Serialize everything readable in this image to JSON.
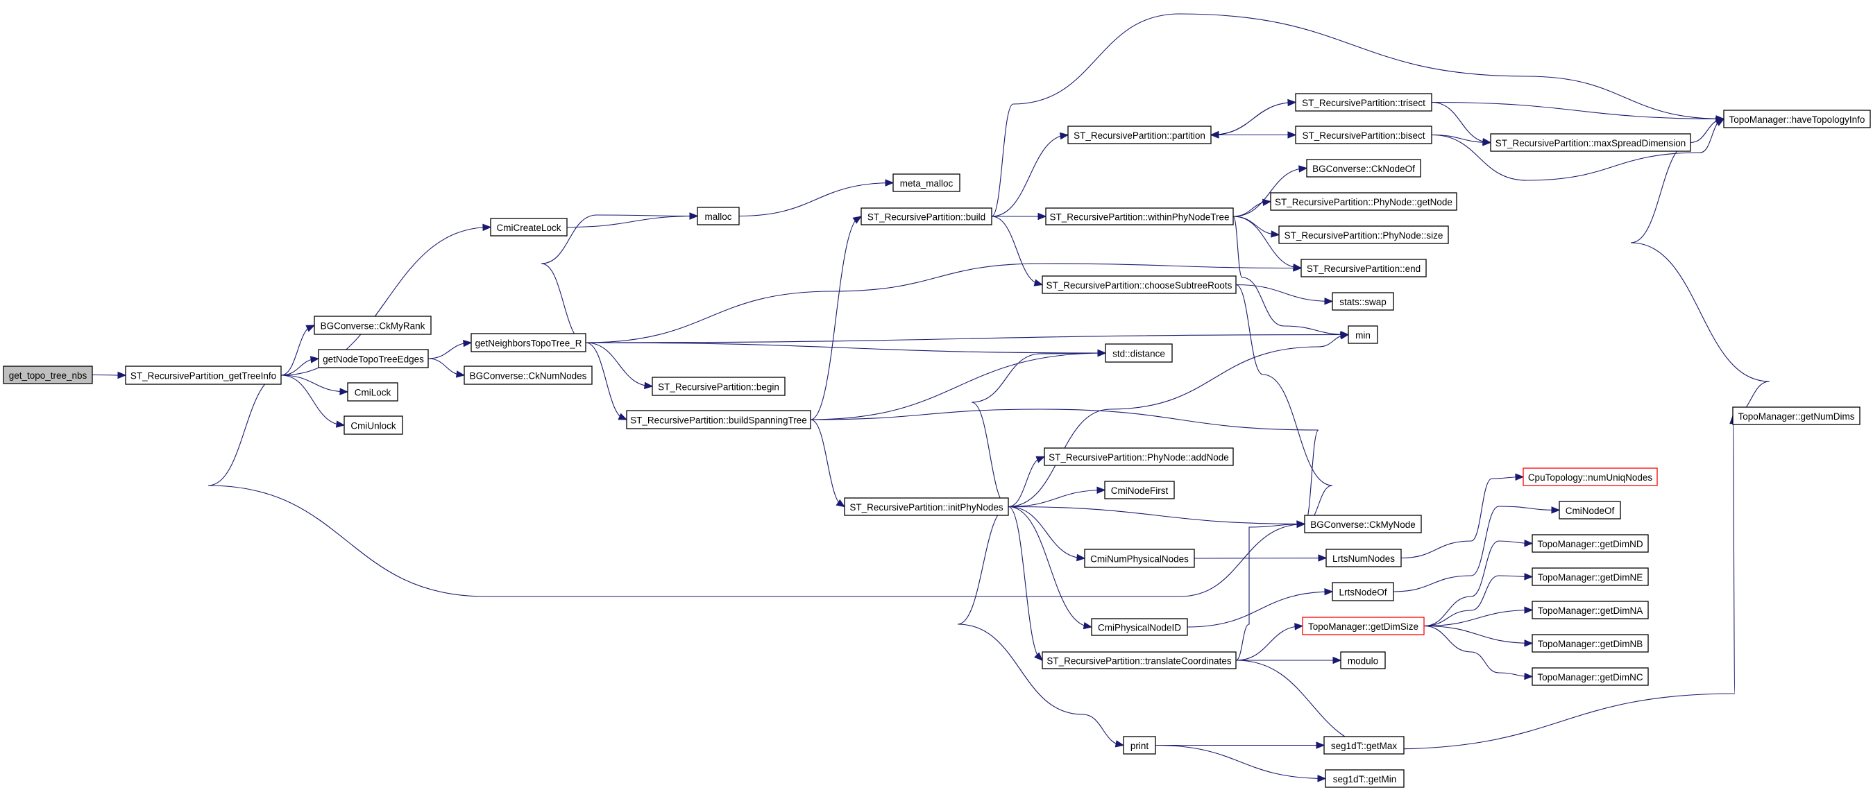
{
  "title": "Call graph for get_topo_tree_nbs",
  "colors": {
    "edge": "#191970",
    "root_fill": "#bfbfbf",
    "highlight_border": "#ff0000"
  },
  "nodes": [
    {
      "id": "n0",
      "label": "get_topo_tree_nbs",
      "root": true
    },
    {
      "id": "n1",
      "label": "ST_RecursivePartition_getTreeInfo"
    },
    {
      "id": "n2",
      "label": "CmiCreateLock"
    },
    {
      "id": "n3",
      "label": "BGConverse::CkMyRank"
    },
    {
      "id": "n4",
      "label": "getNodeTopoTreeEdges"
    },
    {
      "id": "n5",
      "label": "CmiLock"
    },
    {
      "id": "n6",
      "label": "CmiUnlock"
    },
    {
      "id": "n7",
      "label": "getNeighborsTopoTree_R"
    },
    {
      "id": "n8",
      "label": "BGConverse::CkNumNodes"
    },
    {
      "id": "n9",
      "label": "malloc"
    },
    {
      "id": "n10",
      "label": "meta_malloc"
    },
    {
      "id": "n11",
      "label": "ST_RecursivePartition::begin"
    },
    {
      "id": "n12",
      "label": "ST_RecursivePartition::buildSpanningTree"
    },
    {
      "id": "n13",
      "label": "ST_RecursivePartition::build"
    },
    {
      "id": "n14",
      "label": "ST_RecursivePartition::partition"
    },
    {
      "id": "n15",
      "label": "ST_RecursivePartition::trisect"
    },
    {
      "id": "n16",
      "label": "ST_RecursivePartition::bisect"
    },
    {
      "id": "n17",
      "label": "ST_RecursivePartition::maxSpreadDimension"
    },
    {
      "id": "n18",
      "label": "TopoManager::haveTopologyInfo"
    },
    {
      "id": "n19",
      "label": "ST_RecursivePartition::withinPhyNodeTree"
    },
    {
      "id": "n20",
      "label": "BGConverse::CkNodeOf"
    },
    {
      "id": "n21",
      "label": "ST_RecursivePartition::PhyNode::getNode"
    },
    {
      "id": "n22",
      "label": "ST_RecursivePartition::PhyNode::size"
    },
    {
      "id": "n23",
      "label": "ST_RecursivePartition::end"
    },
    {
      "id": "n24",
      "label": "ST_RecursivePartition::chooseSubtreeRoots"
    },
    {
      "id": "n25",
      "label": "stats::swap"
    },
    {
      "id": "n26",
      "label": "min"
    },
    {
      "id": "n27",
      "label": "std::distance"
    },
    {
      "id": "n28",
      "label": "ST_RecursivePartition::initPhyNodes"
    },
    {
      "id": "n29",
      "label": "ST_RecursivePartition::PhyNode::addNode"
    },
    {
      "id": "n30",
      "label": "CmiNodeFirst"
    },
    {
      "id": "n31",
      "label": "BGConverse::CkMyNode"
    },
    {
      "id": "n32",
      "label": "CmiNumPhysicalNodes"
    },
    {
      "id": "n33",
      "label": "LrtsNumNodes"
    },
    {
      "id": "n34",
      "label": "LrtsNodeOf"
    },
    {
      "id": "n35",
      "label": "CmiPhysicalNodeID"
    },
    {
      "id": "n36",
      "label": "TopoManager::getDimSize",
      "highlight": true
    },
    {
      "id": "n37",
      "label": "ST_RecursivePartition::translateCoordinates"
    },
    {
      "id": "n38",
      "label": "modulo"
    },
    {
      "id": "n39",
      "label": "CpuTopology::numUniqNodes",
      "highlight": true
    },
    {
      "id": "n40",
      "label": "CmiNodeOf"
    },
    {
      "id": "n41",
      "label": "TopoManager::getDimND"
    },
    {
      "id": "n42",
      "label": "TopoManager::getDimNE"
    },
    {
      "id": "n43",
      "label": "TopoManager::getDimNA"
    },
    {
      "id": "n44",
      "label": "TopoManager::getDimNB"
    },
    {
      "id": "n45",
      "label": "TopoManager::getDimNC"
    },
    {
      "id": "n46",
      "label": "TopoManager::getNumDims"
    },
    {
      "id": "n47",
      "label": "print"
    },
    {
      "id": "n48",
      "label": "seg1dT::getMax"
    },
    {
      "id": "n49",
      "label": "seg1dT::getMin"
    }
  ],
  "edges": [
    [
      "n0",
      "n1"
    ],
    [
      "n1",
      "n2"
    ],
    [
      "n1",
      "n3"
    ],
    [
      "n1",
      "n4"
    ],
    [
      "n1",
      "n5"
    ],
    [
      "n1",
      "n6"
    ],
    [
      "n1",
      "n31"
    ],
    [
      "n2",
      "n9"
    ],
    [
      "n9",
      "n10"
    ],
    [
      "n4",
      "n7"
    ],
    [
      "n4",
      "n8"
    ],
    [
      "n7",
      "n9"
    ],
    [
      "n7",
      "n23"
    ],
    [
      "n7",
      "n26"
    ],
    [
      "n7",
      "n27"
    ],
    [
      "n7",
      "n11"
    ],
    [
      "n7",
      "n12"
    ],
    [
      "n12",
      "n13"
    ],
    [
      "n12",
      "n27"
    ],
    [
      "n12",
      "n31"
    ],
    [
      "n12",
      "n28"
    ],
    [
      "n13",
      "n18"
    ],
    [
      "n13",
      "n14"
    ],
    [
      "n13",
      "n19"
    ],
    [
      "n13",
      "n24"
    ],
    [
      "n14",
      "n15"
    ],
    [
      "n14",
      "n16"
    ],
    [
      "n15",
      "n14"
    ],
    [
      "n16",
      "n14"
    ],
    [
      "n15",
      "n18"
    ],
    [
      "n15",
      "n17"
    ],
    [
      "n16",
      "n17"
    ],
    [
      "n16",
      "n18"
    ],
    [
      "n17",
      "n18"
    ],
    [
      "n17",
      "n46"
    ],
    [
      "n19",
      "n20"
    ],
    [
      "n19",
      "n21"
    ],
    [
      "n19",
      "n22"
    ],
    [
      "n19",
      "n23"
    ],
    [
      "n19",
      "n26"
    ],
    [
      "n24",
      "n25"
    ],
    [
      "n24",
      "n31"
    ],
    [
      "n28",
      "n27"
    ],
    [
      "n28",
      "n26"
    ],
    [
      "n28",
      "n29"
    ],
    [
      "n28",
      "n30"
    ],
    [
      "n28",
      "n31"
    ],
    [
      "n28",
      "n32"
    ],
    [
      "n28",
      "n35"
    ],
    [
      "n28",
      "n37"
    ],
    [
      "n28",
      "n47"
    ],
    [
      "n32",
      "n33"
    ],
    [
      "n33",
      "n39"
    ],
    [
      "n35",
      "n34"
    ],
    [
      "n34",
      "n40"
    ],
    [
      "n37",
      "n31"
    ],
    [
      "n37",
      "n36"
    ],
    [
      "n37",
      "n38"
    ],
    [
      "n37",
      "n46"
    ],
    [
      "n36",
      "n41"
    ],
    [
      "n36",
      "n42"
    ],
    [
      "n36",
      "n43"
    ],
    [
      "n36",
      "n44"
    ],
    [
      "n36",
      "n45"
    ],
    [
      "n47",
      "n48"
    ],
    [
      "n47",
      "n49"
    ]
  ]
}
